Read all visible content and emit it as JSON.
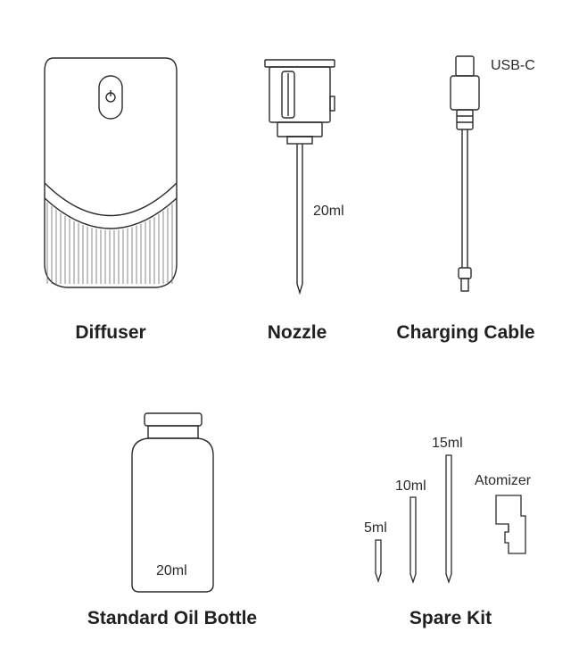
{
  "items": {
    "diffuser": {
      "label": "Diffuser"
    },
    "nozzle": {
      "label": "Nozzle",
      "volume_label": "20ml"
    },
    "cable": {
      "label": "Charging Cable",
      "connector_label": "USB-C"
    },
    "bottle": {
      "label": "Standard Oil Bottle",
      "volume_label": "20ml"
    },
    "spare_kit": {
      "label": "Spare Kit",
      "tube_5_label": "5ml",
      "tube_10_label": "10ml",
      "tube_15_label": "15ml",
      "atomizer_label": "Atomizer"
    }
  },
  "colors": {
    "stroke": "#2b2b2b",
    "text": "#202020"
  }
}
